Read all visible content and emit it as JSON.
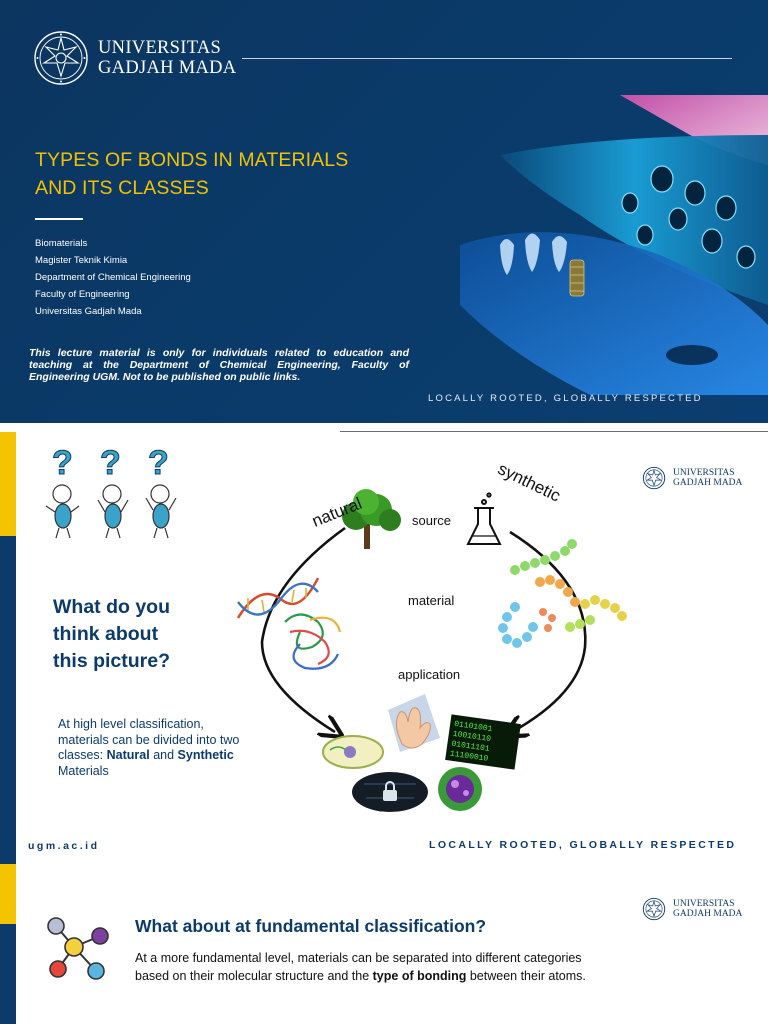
{
  "slide1": {
    "university_line1": "UNIVERSITAS",
    "university_line2": "GADJAH MADA",
    "title_line1": "TYPES OF BONDS IN MATERIALS",
    "title_line2": "AND ITS CLASSES",
    "info": [
      "Biomaterials",
      "Magister Teknik Kimia",
      "Department of Chemical Engineering",
      "Faculty of Engineering",
      "Universitas Gadjah Mada"
    ],
    "notice": "This lecture material is only for individuals related to education and teaching at the Department of Chemical Engineering, Faculty of Engineering UGM. Not to be published on public links.",
    "tagline": "LOCALLY ROOTED, GLOBALLY RESPECTED"
  },
  "slide2": {
    "university_line1": "UNIVERSITAS",
    "university_line2": "GADJAH MADA",
    "question_lines": [
      "What do you",
      "think about",
      "this picture?"
    ],
    "text_before": "At high level classification, materials can be divided into two classes: ",
    "natural_word": "Natural",
    "text_and": " and ",
    "synthetic_word": "Synthetic",
    "text_after": " Materials",
    "diagram": {
      "natural": "natural",
      "synthetic": "synthetic",
      "source": "source",
      "material": "material",
      "application": "application"
    },
    "question_mark": "?",
    "url": "ugm.ac.id",
    "tagline": "LOCALLY ROOTED, GLOBALLY RESPECTED"
  },
  "slide3": {
    "university_line1": "UNIVERSITAS",
    "university_line2": "GADJAH MADA",
    "heading": "What about at fundamental classification?",
    "text_before": "At a more fundamental level, materials can be separated into different categories based on their molecular structure and the ",
    "bold": "type of bonding",
    "text_after": " between their atoms."
  },
  "colors": {
    "navy": "#0c3b6b",
    "yellow": "#f5c400",
    "title_yellow": "#f2c200"
  }
}
